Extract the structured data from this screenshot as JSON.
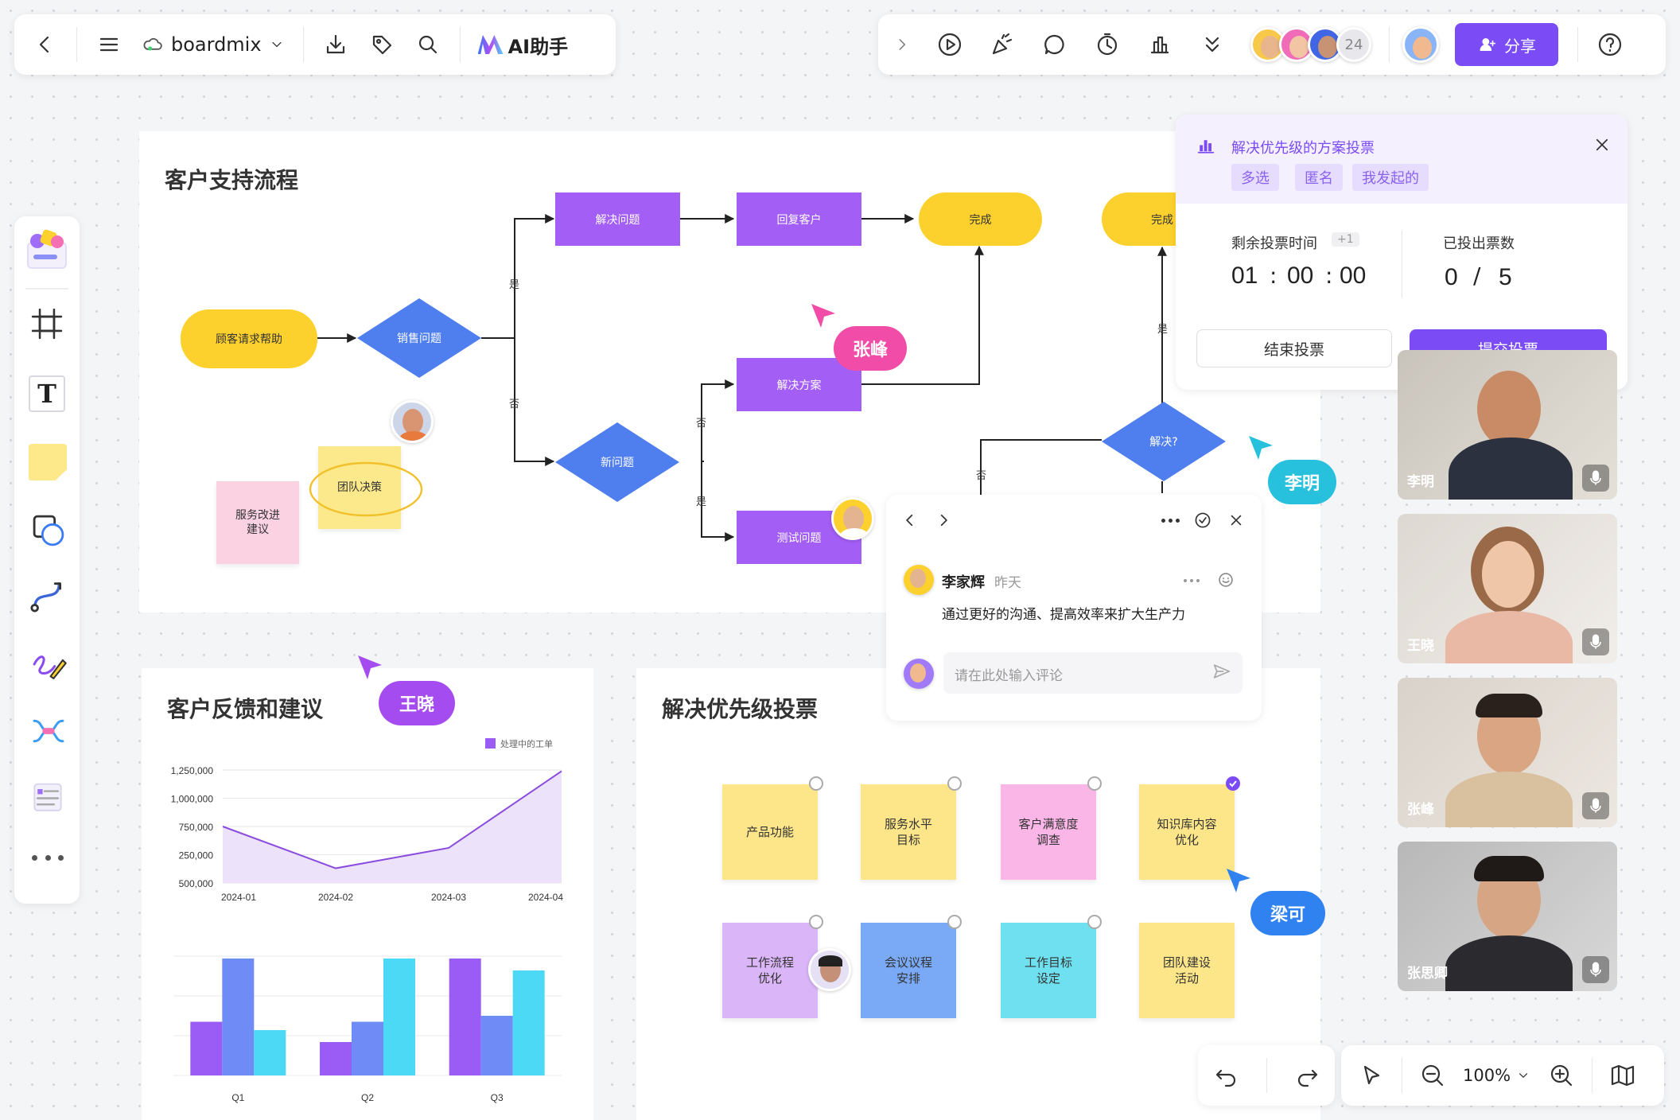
{
  "toolbar_left": {
    "brand": "boardmix",
    "ai_label": "AI助手"
  },
  "toolbar_right": {
    "member_count": "24",
    "share_label": "分享"
  },
  "flow": {
    "title": "客户支持流程",
    "nodes": {
      "request": "顾客请求帮助",
      "sales": "销售问题",
      "solve": "解决问题",
      "reply": "回复客户",
      "done1": "完成",
      "done2": "完成",
      "newq": "新问题",
      "plan": "解决方案",
      "test": "测试问题",
      "resolved": "解决?",
      "team": "团队决策",
      "service": "服务改进\n建议"
    },
    "labels": {
      "yes1": "是",
      "no1": "否",
      "no2": "否",
      "yes2": "是",
      "yes3": "是",
      "no3": "否"
    }
  },
  "cursors": {
    "zhangfeng": "张峰",
    "liming": "李明",
    "wangxiao": "王晓",
    "liangke": "梁可"
  },
  "vote_panel": {
    "title": "解决优先级的方案投票",
    "chips": [
      "多选",
      "匿名",
      "我发起的"
    ],
    "time_label": "剩余投票时间",
    "time_badge": "+1",
    "h": "01",
    "m": "00",
    "s": "00",
    "count_label": "已投出票数",
    "voted": "0",
    "total": "5",
    "end_btn": "结束投票",
    "submit_btn": "提交投票"
  },
  "comment": {
    "author": "李家辉",
    "time": "昨天",
    "text": "通过更好的沟通、提高效率来扩大生产力",
    "placeholder": "请在此处输入评论"
  },
  "feedback": {
    "title": "客户反馈和建议",
    "legend": "处理中的工单"
  },
  "chart_data": [
    {
      "type": "area",
      "legend": "处理中的工单",
      "x": [
        "2024-01",
        "2024-02",
        "2024-03",
        "2024-04"
      ],
      "y_ticks": [
        "1,250,000",
        "1,000,000",
        "750,000",
        "250,000",
        "500,000"
      ],
      "values": [
        750000,
        380000,
        560000,
        1240000
      ],
      "ylim": [
        250000,
        1250000
      ]
    },
    {
      "type": "bar",
      "categories": [
        "Q1",
        "Q2",
        "Q3"
      ],
      "series": [
        {
          "values": [
            45,
            28,
            98
          ]
        },
        {
          "values": [
            98,
            45,
            50
          ]
        },
        {
          "values": [
            38,
            98,
            88
          ]
        }
      ],
      "ylim": [
        0,
        100
      ],
      "colors": [
        "#9b5cf6",
        "#6f8cf6",
        "#4cd9f5"
      ]
    }
  ],
  "priority_vote": {
    "title": "解决优先级投票",
    "notes": [
      "产品功能",
      "服务水平\n目标",
      "客户满意度\n调查",
      "知识库内容\n优化",
      "工作流程\n优化",
      "会议议程\n安排",
      "工作目标\n设定",
      "团队建设\n活动"
    ]
  },
  "videos": [
    "李明",
    "王晓",
    "张峰",
    "张思卿"
  ],
  "bottom": {
    "zoom": "100%"
  }
}
